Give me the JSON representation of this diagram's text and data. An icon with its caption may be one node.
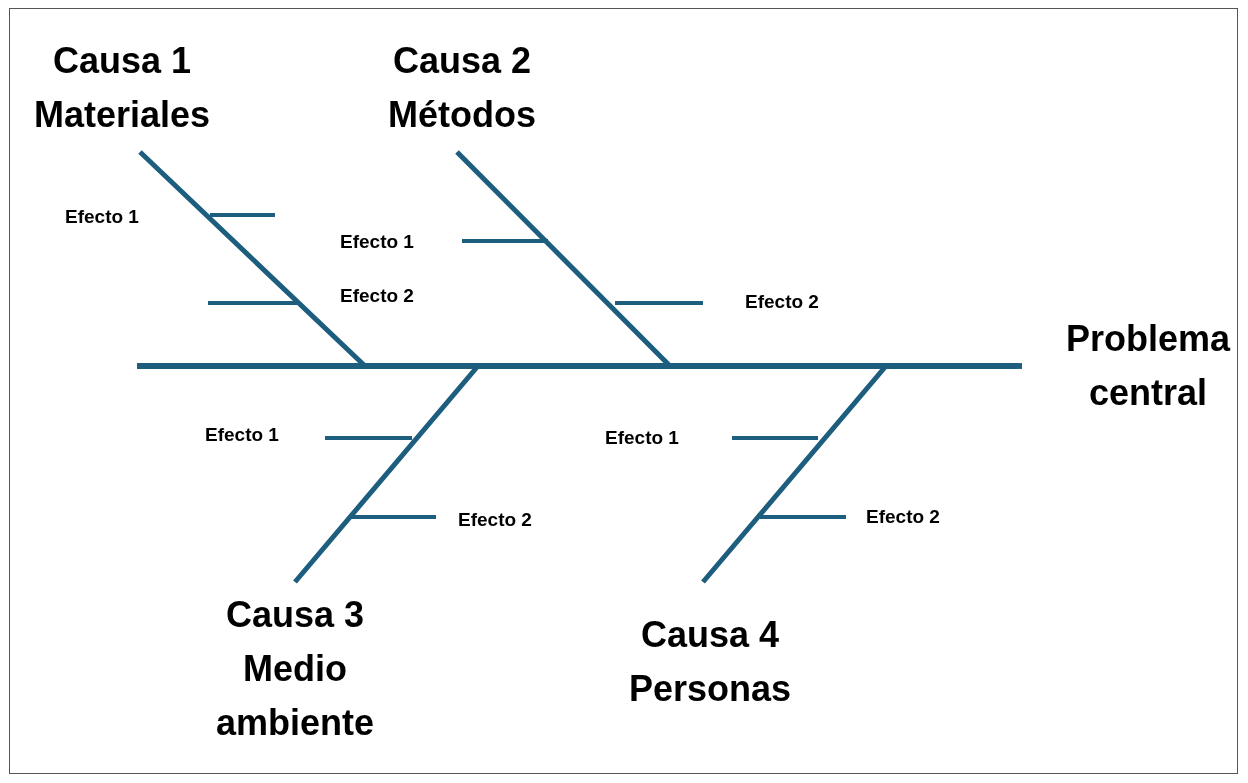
{
  "diagram": {
    "nodes": [
      {
        "text": [
          "Causa 1",
          "Materiales"
        ]
      },
      {
        "text": [
          "Causa 2",
          "Métodos"
        ]
      },
      {
        "text": [
          "Problema central"
        ]
      },
      {
        "text": [
          "Causa 3",
          "Medio ambiente"
        ]
      },
      {
        "text": [
          "Causa 4",
          "Personas"
        ]
      }
    ],
    "edges": [
      {
        "from": 0,
        "to": 2,
        "arrow": "none"
      },
      {
        "from": 1,
        "to": 2,
        "arrow": "none"
      },
      {
        "from": 3,
        "to": 2,
        "arrow": "none"
      },
      {
        "from": 4,
        "to": 2,
        "arrow": "none"
      }
    ],
    "labels": [
      "Efecto 1",
      "Efecto 2",
      "Efecto 1",
      "Efecto 2",
      "Efecto 1",
      "Efecto 2",
      "Efecto 1",
      "Efecto 2"
    ]
  }
}
